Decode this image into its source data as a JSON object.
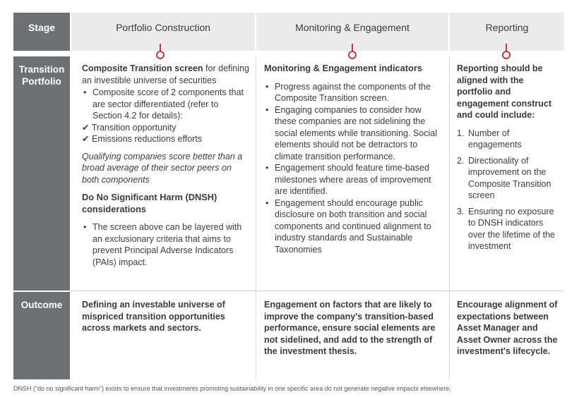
{
  "header": {
    "stage": "Stage",
    "col1": "Portfolio Construction",
    "col2": "Monitoring & Engagement",
    "col3": "Reporting"
  },
  "rows": {
    "transition_label": "Transition Portfolio",
    "outcome_label": "Outcome"
  },
  "portfolio": {
    "lead_bold": "Composite Transition screen",
    "lead_rest": " for defining an investible universe of securities",
    "bullet1": "Composite score of 2 components that are sector differentiated (refer to Section 4.2 for details):",
    "check1": "Transition opportunity",
    "check2": "Emissions reductions efforts",
    "italic_note": "Qualifying companies score better than a broad average of their sector peers on both components",
    "dnsh_title": "Do No Significant Harm (DNSH) considerations",
    "dnsh_bullet": "The screen above can be layered with an exclusionary criteria that aims to prevent Principal Adverse Indicators (PAIs) impact."
  },
  "monitoring": {
    "title": "Monitoring & Engagement indicators",
    "bullets": [
      "Progress against the components of the Composite Transition screen.",
      "Engaging companies to consider how these companies are not sidelining the social elements while transitioning. Social elements should not be detractors to climate transition performance.",
      "Engagement should feature time-based milestones where areas of improvement are identified.",
      "Engagement should encourage public disclosure on both transition and social components and continued alignment to industry standards and Sustainable Taxonomies"
    ]
  },
  "reporting": {
    "title": "Reporting should be aligned with the portfolio and engagement construct and could include:",
    "items": [
      {
        "num": "1.",
        "text": "Number of engagements"
      },
      {
        "num": "2.",
        "text": "Directionality of improvement on the Composite Transition screen"
      },
      {
        "num": "3.",
        "text": "Ensuring no exposure to DNSH indicators over the lifetime of the investment"
      }
    ]
  },
  "outcome": {
    "col1": "Defining an investable universe of mispriced transition opportunities across markets and sectors.",
    "col2": "Engagement on factors that are likely to improve the company's transition-based performance, ensure social elements are not sidelined, and add to the strength of the investment thesis.",
    "col3": "Encourage alignment of expectations between Asset Manager and Asset Owner across the investment's lifecycle."
  },
  "icons": {
    "check": "✔",
    "check_icon": "checkmark-icon",
    "connector_icon": "connector-ring-icon"
  },
  "colors": {
    "stage_bg": "#6e7173",
    "header_bg": "#ececec",
    "accent": "#c8343b"
  },
  "footnote": "DNSH (“do no significant harm”) exists to ensure that investments promoting sustainability in one specific area do not generate negative impacts elsewhere."
}
